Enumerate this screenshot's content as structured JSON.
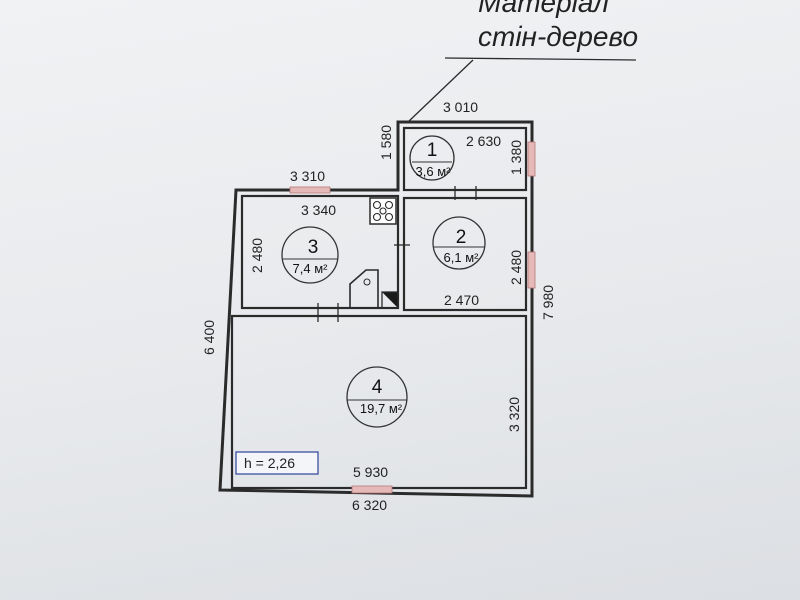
{
  "title": {
    "line1": "Матеріал",
    "line2": "стін-дерево"
  },
  "dimensions": {
    "d3010": "3 010",
    "d2630": "2 630",
    "d1580": "1 580",
    "d1380": "1 380",
    "d3310": "3 310",
    "d3340": "3 340",
    "d2480_left": "2 480",
    "d2480_right": "2 480",
    "d2470": "2 470",
    "d7980": "7 980",
    "d6400": "6 400",
    "d3320": "3 320",
    "d5930": "5 930",
    "d6320": "6 320"
  },
  "rooms": [
    {
      "number": "1",
      "area": "3,6 м²"
    },
    {
      "number": "2",
      "area": "6,1 м²"
    },
    {
      "number": "3",
      "area": "7,4 м²"
    },
    {
      "number": "4",
      "area": "19,7 м²"
    }
  ],
  "height_label": "h = 2,26",
  "colors": {
    "wall": "#2b2b2b",
    "window": "#e6b9b9",
    "height_box_border": "#3a50a0"
  }
}
